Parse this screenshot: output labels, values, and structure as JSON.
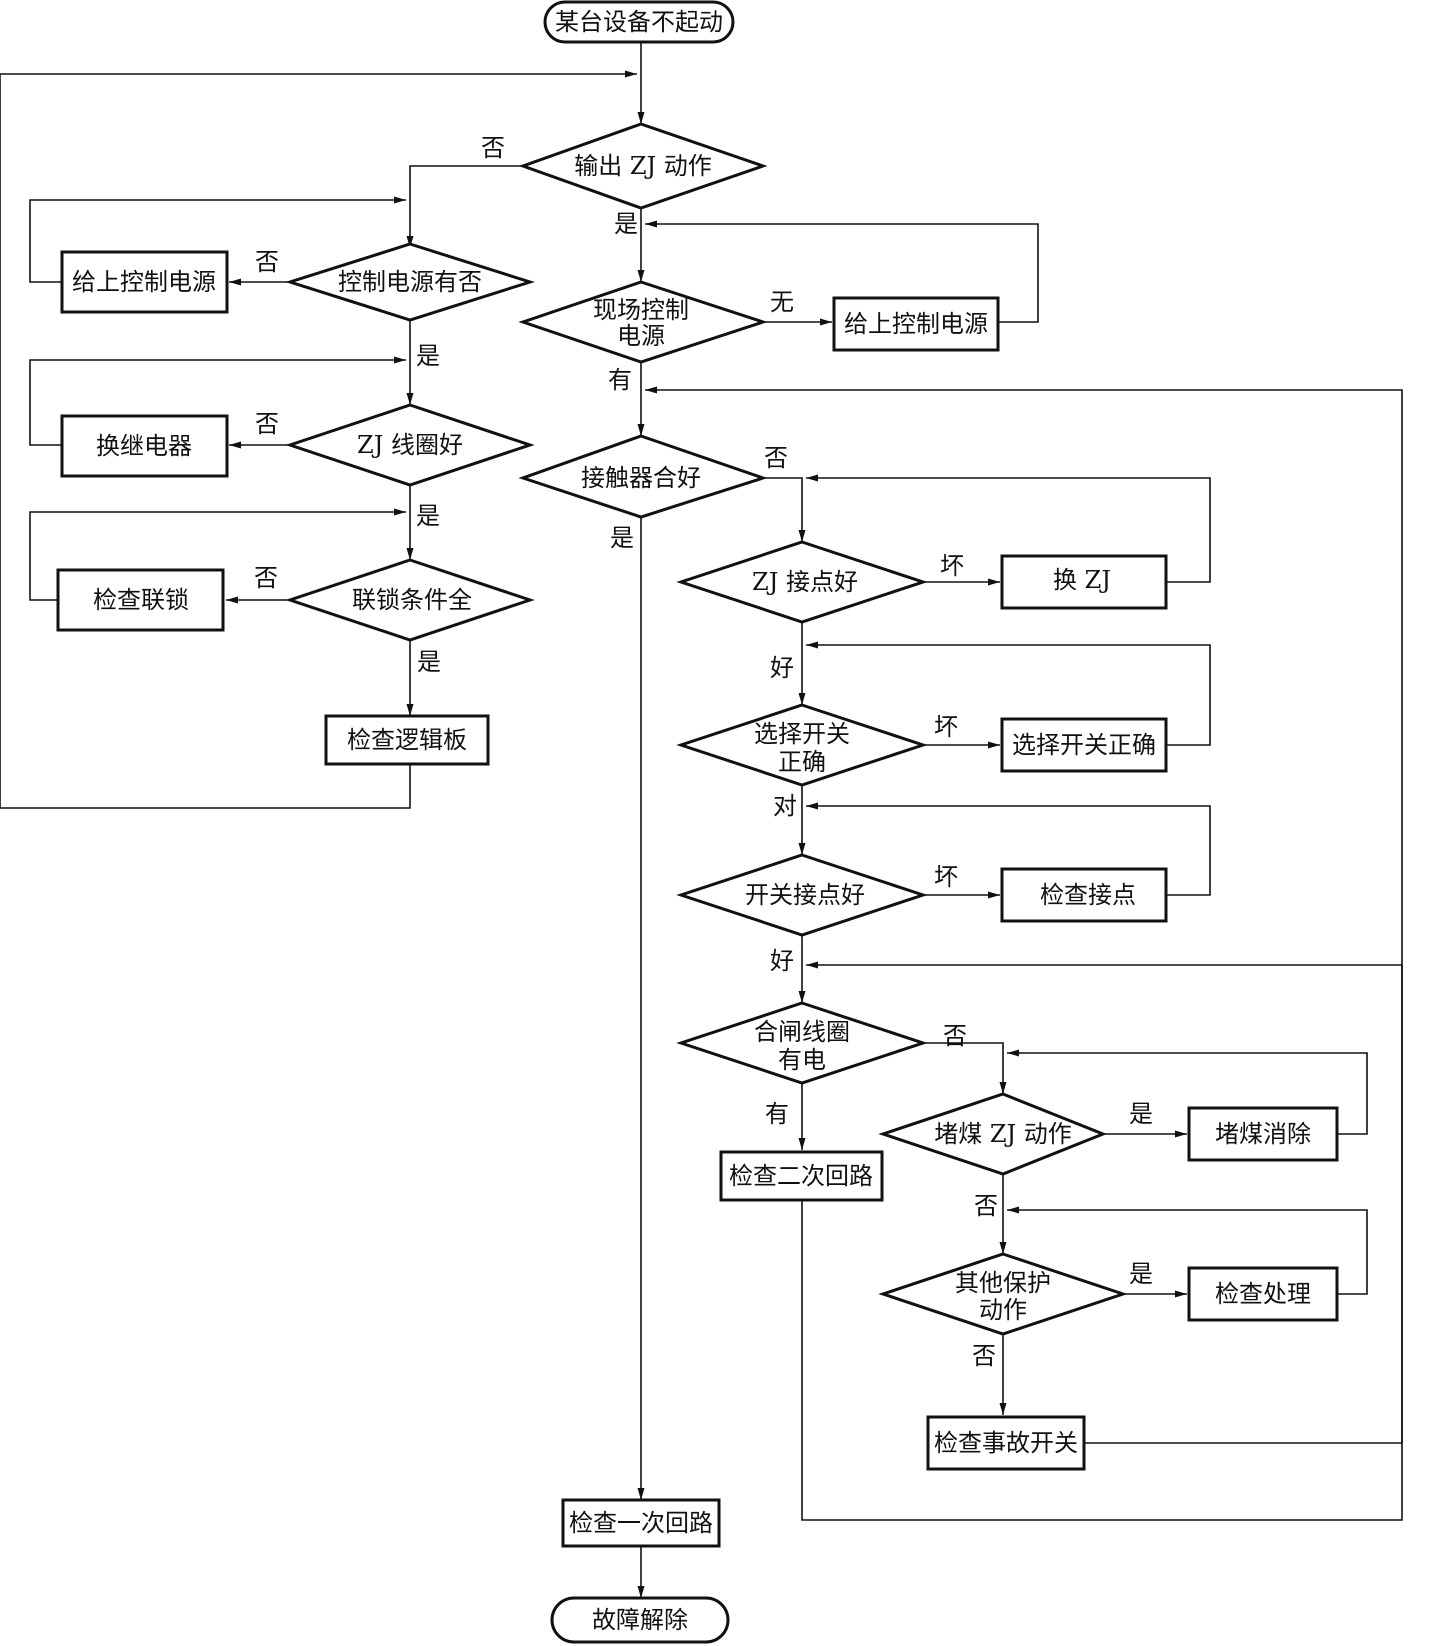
{
  "nodes": {
    "start": "某台设备不起动",
    "q_output_zj": "输出 ZJ 动作",
    "q_ctrl_power": "控制电源有否",
    "a_give_power_left": "给上控制电源",
    "q_zj_coil": "ZJ 线圈好",
    "a_replace_relay": "换继电器",
    "q_interlock": "联锁条件全",
    "a_check_interlock": "检查联锁",
    "a_check_logic": "检查逻辑板",
    "q_site_power": [
      "现场控制",
      "电源"
    ],
    "a_give_power_right": "给上控制电源",
    "q_contactor": "接触器合好",
    "q_zj_contact": "ZJ 接点好",
    "a_replace_zj": "换 ZJ",
    "q_selector": [
      "选择开关",
      "正确"
    ],
    "a_selector_ok": "选择开关正确",
    "q_switch_contact": "开关接点好",
    "a_check_contact": "检查接点",
    "q_closing_coil": [
      "合闸线圈",
      "有电"
    ],
    "a_check_secondary": "检查二次回路",
    "q_coal_block": "堵煤 ZJ 动作",
    "a_clear_coal": "堵煤消除",
    "q_other_protect": [
      "其他保护",
      "动作"
    ],
    "a_check_handle": "检查处理",
    "a_check_fault_switch": "检查事故开关",
    "a_check_primary": "检查一次回路",
    "end": "故障解除"
  },
  "labels": {
    "no_output": "否",
    "yes_output": "是",
    "no_ctrl_power": "否",
    "yes_ctrl_power": "是",
    "no_zj_coil": "否",
    "yes_zj_coil": "是",
    "no_interlock": "否",
    "yes_interlock": "是",
    "none_site_power": "无",
    "has_site_power": "有",
    "no_contactor": "否",
    "yes_contactor": "是",
    "bad_zj_contact": "坏",
    "good_zj_contact": "好",
    "bad_selector": "坏",
    "right_selector": "对",
    "bad_switch_contact": "坏",
    "good_switch_contact": "好",
    "no_closing_coil": "否",
    "has_closing_coil": "有",
    "yes_coal_block": "是",
    "no_coal_block": "否",
    "yes_other_protect": "是",
    "no_other_protect": "否"
  }
}
